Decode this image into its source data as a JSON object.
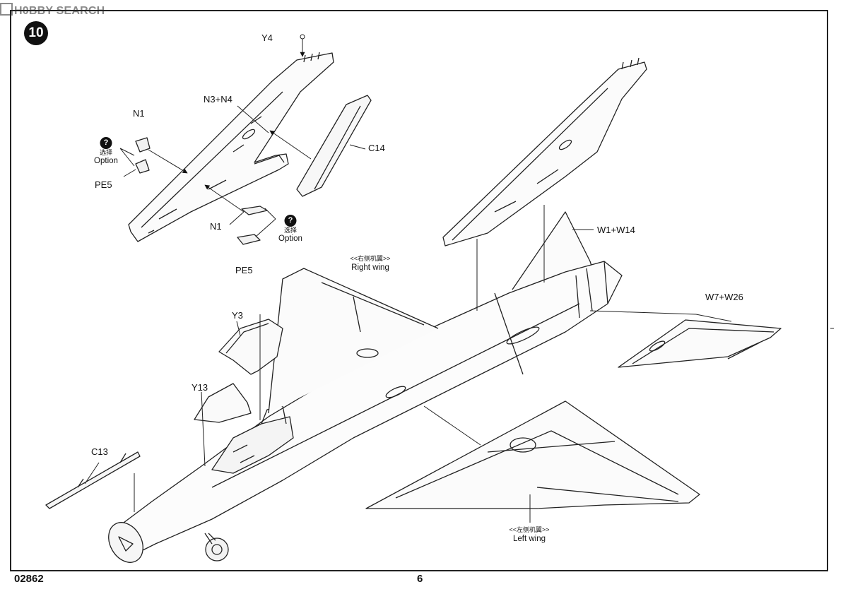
{
  "watermark": "H0BBY SEARCH",
  "step_number": "10",
  "labels": {
    "y4": "Y4",
    "n3n4": "N3+N4",
    "n1_top": "N1",
    "pe5_top": "PE5",
    "c14": "C14",
    "n1_mid": "N1",
    "pe5_mid": "PE5",
    "w1w14": "W1+W14",
    "w7w26": "W7+W26",
    "y3": "Y3",
    "y13": "Y13",
    "c13": "C13"
  },
  "options": {
    "top": {
      "icon": "?",
      "cn": "选择",
      "en": "Option"
    },
    "mid": {
      "icon": "?",
      "cn": "选择",
      "en": "Option"
    }
  },
  "right_wing": {
    "cn": "<<右侧机翼>>",
    "en": "Right wing"
  },
  "left_wing": {
    "cn": "<<左侧机翼>>",
    "en": "Left wing"
  },
  "footer": {
    "product_code": "02862",
    "page_number": "6"
  }
}
